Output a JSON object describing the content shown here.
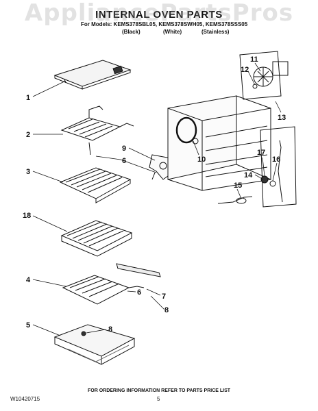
{
  "watermark": "AppliancePartsPros",
  "header": {
    "title": "INTERNAL OVEN PARTS",
    "models_line": "For Models: KEMS378SBL05, KEMS378SWH05, KEMS378SSS05",
    "variants": [
      "(Black)",
      "(White)",
      "(Stainless)"
    ]
  },
  "callouts": [
    "1",
    "2",
    "9",
    "6",
    "10",
    "11",
    "12",
    "13",
    "3",
    "14",
    "17",
    "16",
    "15",
    "18",
    "4",
    "6",
    "7",
    "8",
    "5",
    "8"
  ],
  "footer": {
    "instruction": "FOR ORDERING INFORMATION REFER TO PARTS PRICE LIST",
    "doc_number": "W10420715",
    "page": "5"
  }
}
